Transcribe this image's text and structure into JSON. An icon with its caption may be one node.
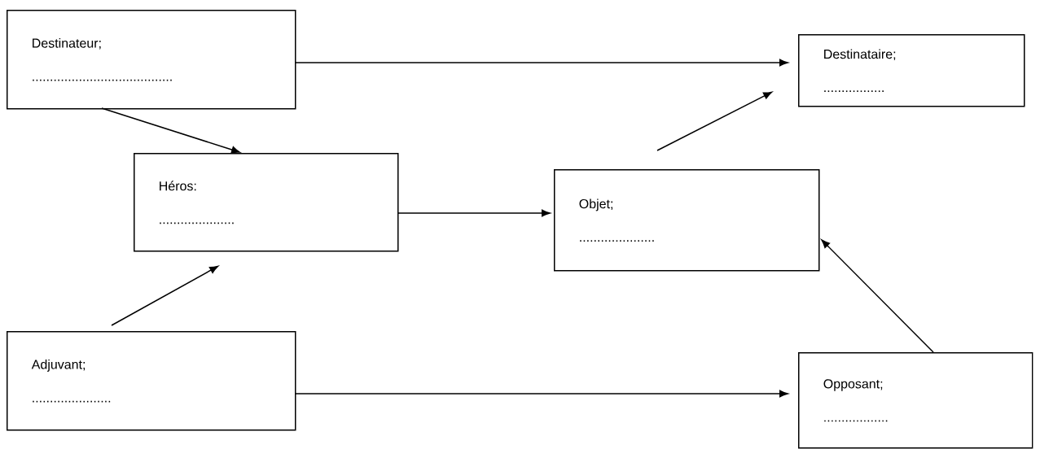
{
  "diagram": {
    "nodes": [
      {
        "text": [
          "Destinateur;",
          "......................................."
        ]
      },
      {
        "text": [
          "Destinataire;",
          "................."
        ]
      },
      {
        "text": [
          "Héros:",
          "....................."
        ]
      },
      {
        "text": [
          "Objet;",
          "....................."
        ]
      },
      {
        "text": [
          "Adjuvant;",
          "......................"
        ]
      },
      {
        "text": [
          "Opposant;",
          ".................."
        ]
      }
    ],
    "edges": [
      {
        "from": 0,
        "to": 1,
        "arrow": "to"
      },
      {
        "from": 0,
        "to": 2,
        "arrow": "to"
      },
      {
        "from": 2,
        "to": 3,
        "arrow": "to"
      },
      {
        "from": 3,
        "to": 1,
        "arrow": "to"
      },
      {
        "from": 4,
        "to": 2,
        "arrow": "to"
      },
      {
        "from": 4,
        "to": 5,
        "arrow": "to"
      },
      {
        "from": 5,
        "to": 3,
        "arrow": "to"
      }
    ]
  }
}
